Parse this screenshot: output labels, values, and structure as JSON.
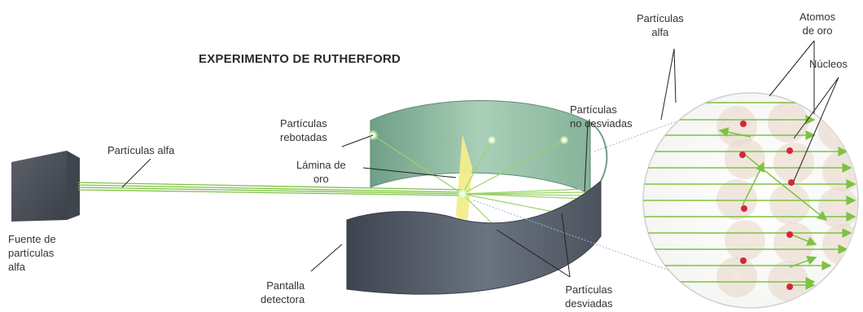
{
  "title": "EXPERIMENTO DE RUTHERFORD",
  "labels": {
    "source": "Fuente de\npartículas\nalfa",
    "alpha_beam": "Partículas alfa",
    "rebounded": "Partículas\nrebotadas",
    "gold_foil": "Lámina de\noro",
    "undeviated": "Partículas\nno desviadas",
    "screen": "Pantalla\ndetectora",
    "deviated": "Partículas\ndesviadas",
    "zoom_alpha": "Partículas\nalfa",
    "gold_atoms": "Atomos\nde oro",
    "nuclei": "Núcleos"
  },
  "colors": {
    "beam": "#7dc242",
    "screen_inner": "#9fc9ae",
    "screen_outer": "#59616f",
    "foil": "#f2ee8a",
    "nucleus": "#d8243c",
    "atom": "#efe2d8",
    "source_box": "#5d6169"
  },
  "icons": [
    "alpha-source-box",
    "gold-foil",
    "detector-screen",
    "magnifier-circle",
    "nucleus-dot",
    "arrow-icon"
  ]
}
